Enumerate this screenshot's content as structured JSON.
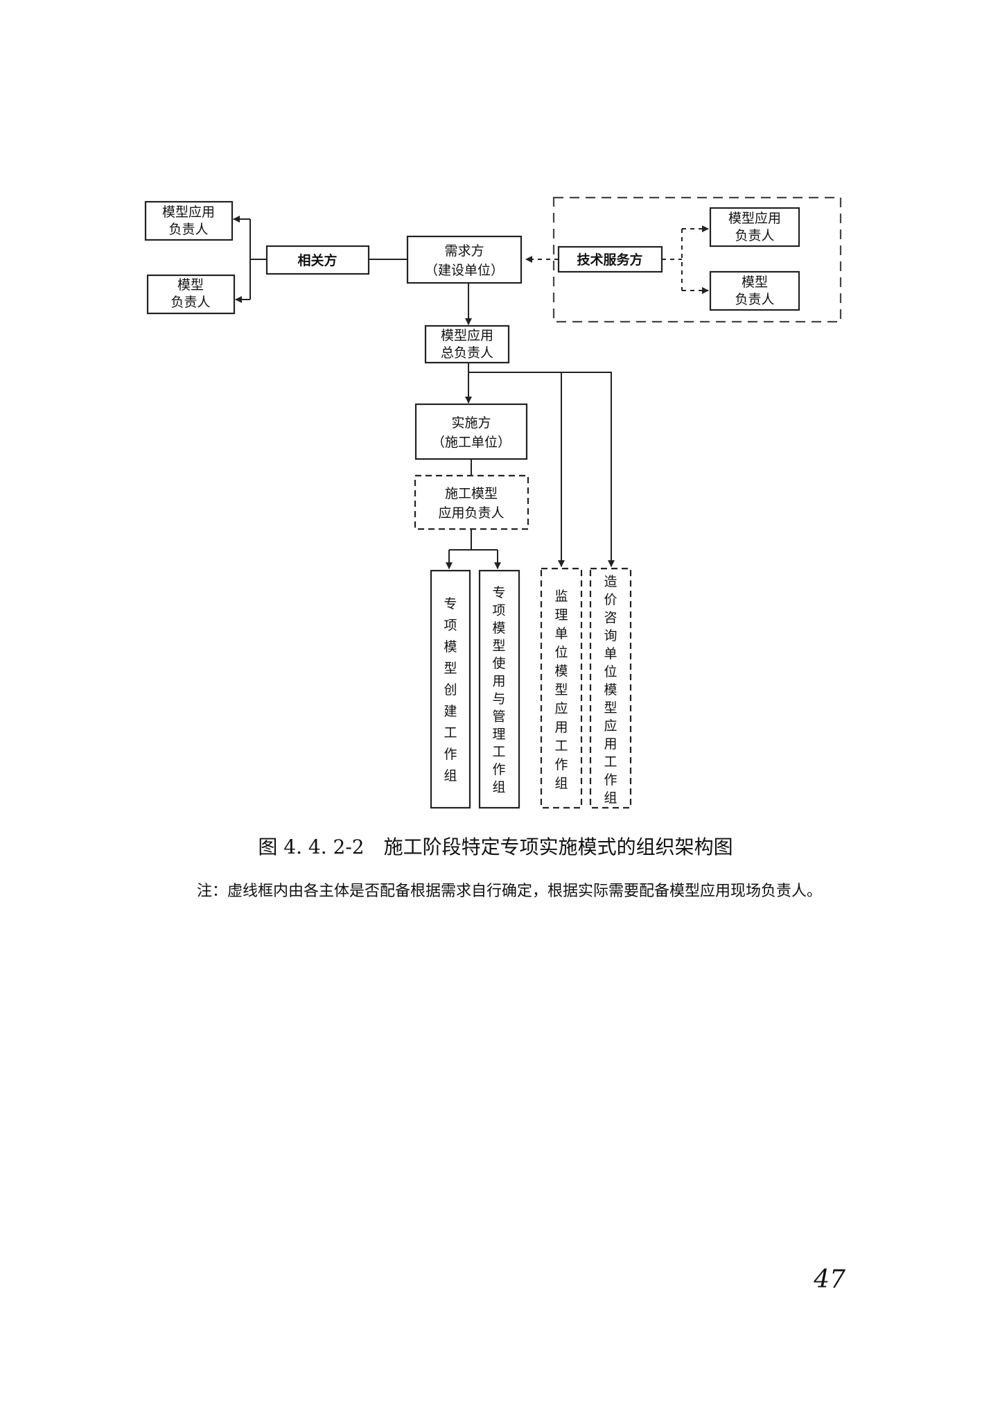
{
  "nodes": {
    "model_app_lead_left": [
      "模型应用",
      "负责人"
    ],
    "model_lead_left": [
      "模型",
      "负责人"
    ],
    "related_party": "相关方",
    "demand_party": [
      "需求方",
      "（建设单位）"
    ],
    "tech_service": "技术服务方",
    "model_app_lead_right": [
      "模型应用",
      "负责人"
    ],
    "model_lead_right": [
      "模型",
      "负责人"
    ],
    "model_app_chief": [
      "模型应用",
      "总负责人"
    ],
    "implementer": [
      "实施方",
      "（施工单位）"
    ],
    "construction_model_lead": [
      "施工模型",
      "应用负责人"
    ],
    "special_create_group": "专项模型创建工作组",
    "special_use_group": "专项模型使用与管理工作组",
    "supervision_group": "监理单位模型应用工作组",
    "cost_consult_group": "造价咨询单位模型应用工作组"
  },
  "caption": "图 4. 4. 2-2　施工阶段特定专项实施模式的组织架构图",
  "note": "注：虚线框内由各主体是否配备根据需求自行确定，根据实际需要配备模型应用现场负责人。",
  "page_number": "47"
}
